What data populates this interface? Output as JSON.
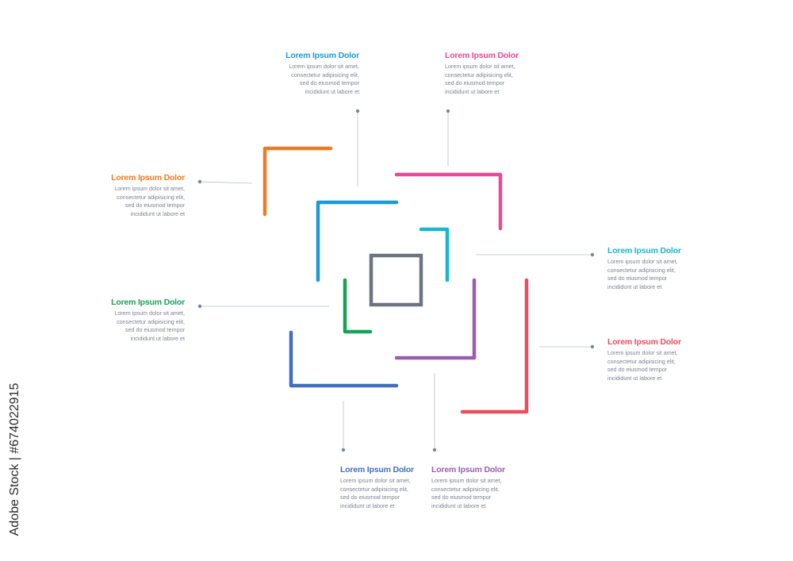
{
  "labels": [
    {
      "id": "top-left",
      "title": "Lorem Ipsum Dolor",
      "color": "#1a9bd7",
      "body": "Lorem ipsum dolor sit amet, consectetur adipisicing elit, sed do eiusmod tempor incididunt ut labore et"
    },
    {
      "id": "top-right",
      "title": "Lorem Ipsum Dolor",
      "color": "#e84a96",
      "body": "Lorem ipsum dolor sit amet, consectetur adipisicing elit, sed do eiusmod tempor incididunt ut labore et"
    },
    {
      "id": "left-upper",
      "title": "Lorem Ipsum Dolor",
      "color": "#f07a22",
      "body": "Lorem ipsum dolor sit amet, consectetur adipisicing elit, sed do eiusmod tempor incididunt ut labore et"
    },
    {
      "id": "right-upper",
      "title": "Lorem Ipsum Dolor",
      "color": "#19b6cf",
      "body": "Lorem ipsum dolor sit amet, consectetur adipisicing elit, sed do eiusmod tempor incididunt ut labore et"
    },
    {
      "id": "left-lower",
      "title": "Lorem Ipsum Dolor",
      "color": "#17a357",
      "body": "Lorem ipsum dolor sit amet, consectetur adipisicing elit, sed do eiusmod tempor incididunt ut labore et"
    },
    {
      "id": "right-lower",
      "title": "Lorem Ipsum Dolor",
      "color": "#ec4d5c",
      "body": "Lorem ipsum dolor sit amet, consectetur adipisicing elit, sed do eiusmod tempor incididunt ut labore et"
    },
    {
      "id": "bottom-left",
      "title": "Lorem Ipsum Dolor",
      "color": "#3f6fc0",
      "body": "Lorem ipsum dolor sit amet, consectetur adipisicing elit, sed do eiusmod tempor incididunt ut labore et"
    },
    {
      "id": "bottom-right",
      "title": "Lorem Ipsum Dolor",
      "color": "#9b5cad",
      "body": "Lorem ipsum dolor sit amet, consectetur adipisicing elit, sed do eiusmod tempor incididunt ut labore et"
    }
  ],
  "shape_colors": {
    "orange": "#f07a22",
    "blue": "#1a9bd7",
    "pink": "#e84a96",
    "teal": "#19b6cf",
    "green": "#17a357",
    "purple": "#9b5cad",
    "navy": "#3f6fc0",
    "red": "#ec4d5c",
    "center": "#6c7480",
    "connector": "#7b8694"
  },
  "watermark": "Adobe Stock | #674022915"
}
